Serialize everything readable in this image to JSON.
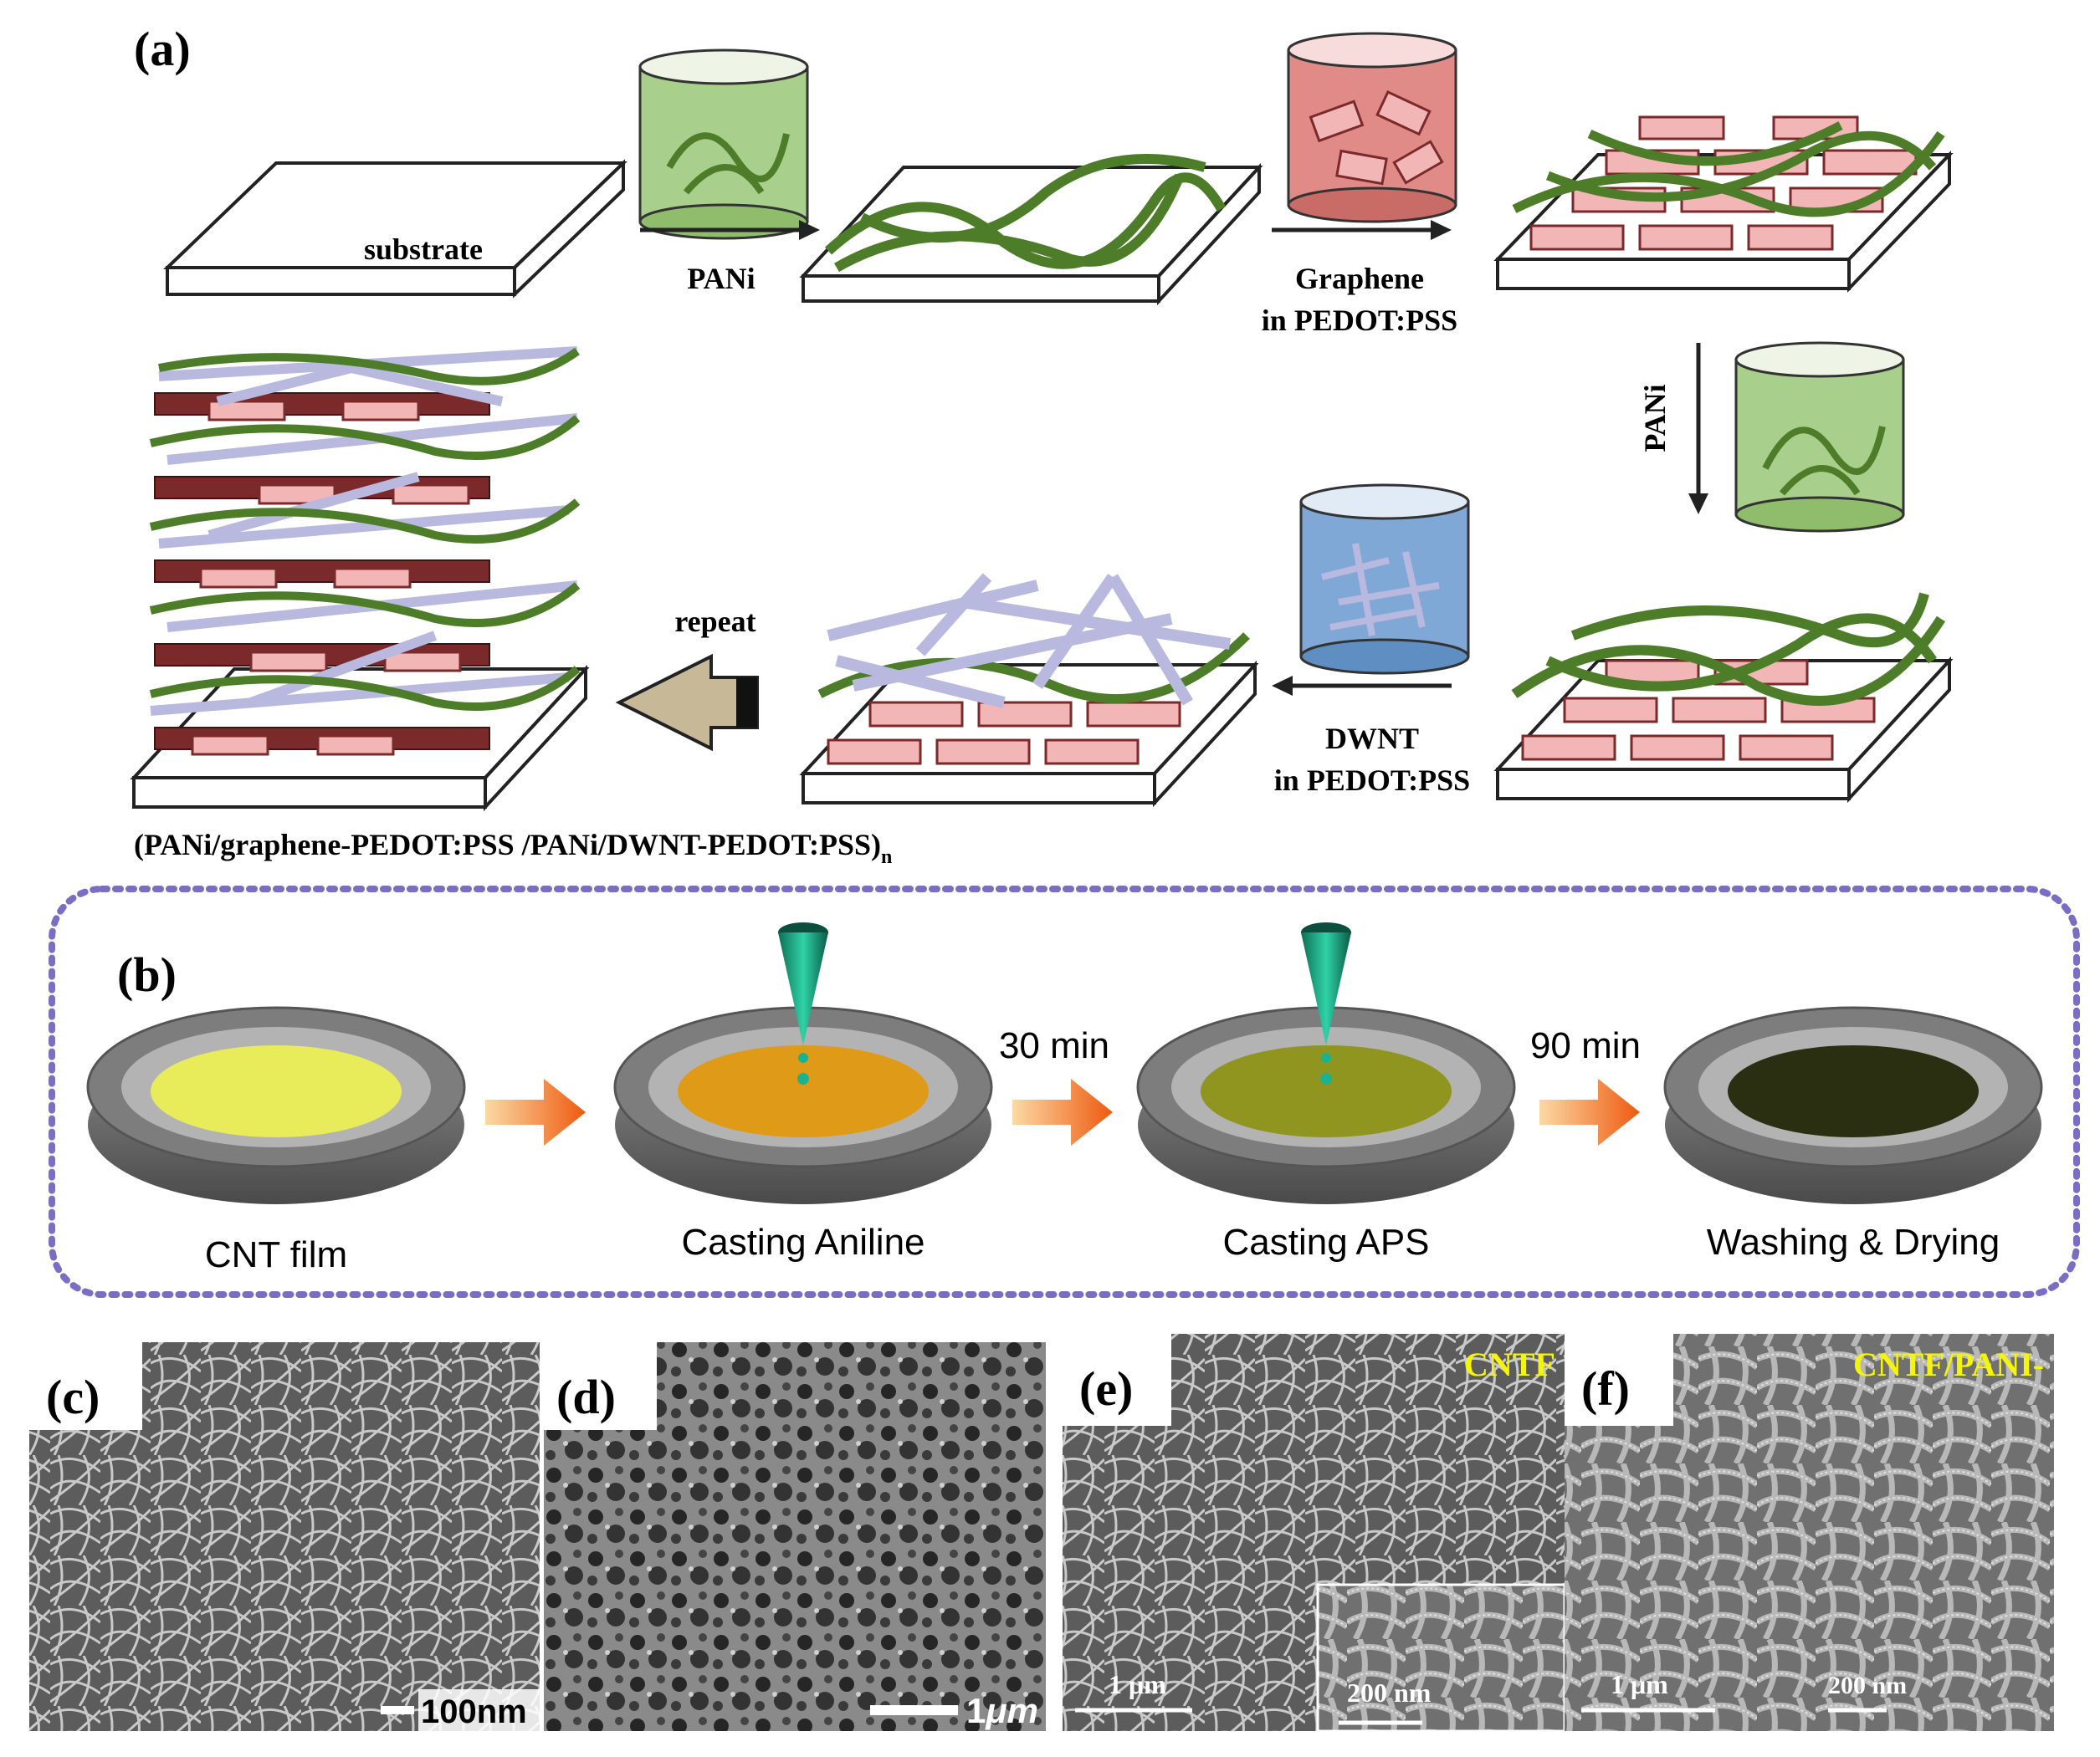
{
  "panel_a": {
    "label": "(a)",
    "substrate": "substrate",
    "step1": "PANi",
    "step2_line1": "Graphene",
    "step2_line2": "in PEDOT:PSS",
    "step3": "PANi",
    "step4_line1": "DWNT",
    "step4_line2": "in PEDOT:PSS",
    "repeat": "repeat",
    "formula": "(PANi/graphene-PEDOT:PSS /PANi/DWNT-PEDOT:PSS)",
    "formula_sub": "n"
  },
  "panel_b": {
    "label": "(b)",
    "time1": "30 min",
    "time2": "90 min",
    "steps": [
      "CNT film",
      "Casting Aniline",
      "Casting APS",
      "Washing & Drying"
    ]
  },
  "sem": {
    "c_label": "(c)",
    "c_scale": "100nm",
    "d_label": "(d)",
    "d_scale": "1",
    "d_scale_unit": "μm",
    "e_label": "(e)",
    "e_tag": "CNTF",
    "e_scale": "1 μm",
    "e_inset_scale": "200 nm",
    "f_label": "(f)",
    "f_tag": "CNTF/PANI-",
    "f_scale": "1 μm",
    "f_inset_scale": "200 nm"
  },
  "colors": {
    "pani_green": "#4e7d2a",
    "beaker_green": "#a9cf8c",
    "beaker_red": "#e08b87",
    "beaker_blue": "#7fa8d6",
    "graphene_pink": "#f3b6b6",
    "graphene_dark": "#7a2a2a",
    "dwnt_lavender": "#b9b9df",
    "dashed_border": "#7b6cc4",
    "arrow_orange": "#f08a1c",
    "tip_teal": "#1ab38f",
    "film_yellow": "#e8ec5a",
    "film_orange": "#df9b17",
    "film_olive": "#8f951e",
    "film_dark": "#2a2f12",
    "tag_yellow": "#f4f40c"
  }
}
